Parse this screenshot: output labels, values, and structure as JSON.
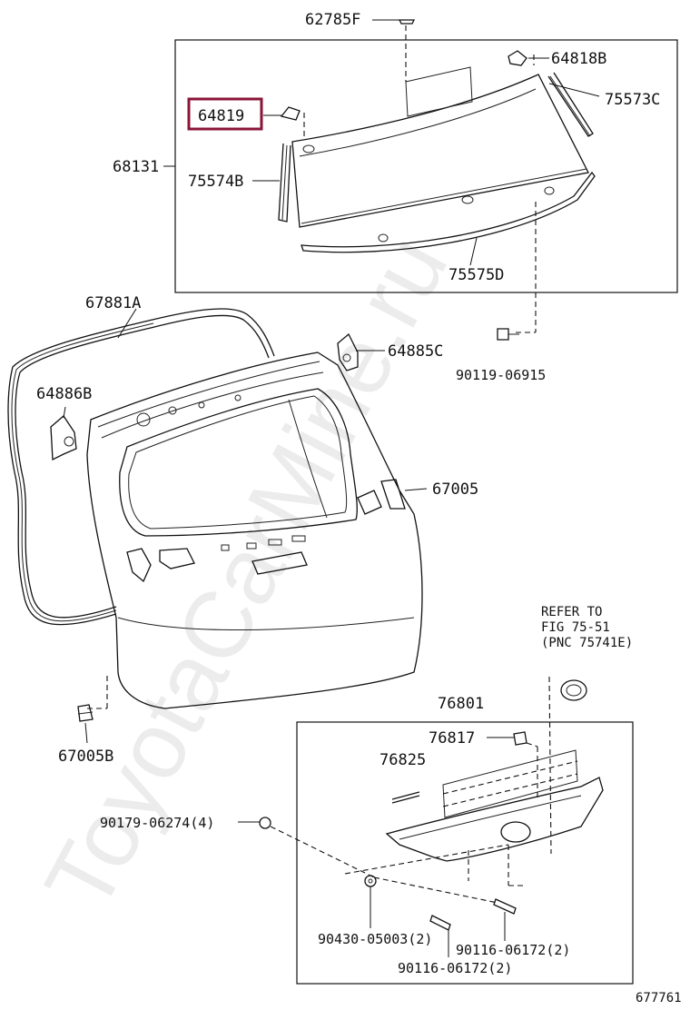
{
  "diagram": {
    "callouts": {
      "p62785F": "62785F",
      "p64818B": "64818B",
      "p64819": "64819",
      "p75573C": "75573C",
      "p68131": "68131",
      "p75574B": "75574B",
      "p75575D": "75575D",
      "p67881A": "67881A",
      "p64885C": "64885C",
      "p90119_06915": "90119-06915",
      "p64886B": "64886B",
      "p67005": "67005",
      "p67005B": "67005B",
      "p76801": "76801",
      "p76817": "76817",
      "p76825": "76825",
      "p90179_06274": "90179-06274(4)",
      "p90430_05003": "90430-05003(2)",
      "p90116_06172_a": "90116-06172(2)",
      "p90116_06172_b": "90116-06172(2)"
    },
    "refer_note": {
      "line1": "REFER TO",
      "line2": "FIG 75-51",
      "line3": "(PNC 75741E)"
    },
    "figure_number": "677761",
    "watermark": "ToyotaCarMine.ru",
    "highlight_color": "#8a1538"
  }
}
